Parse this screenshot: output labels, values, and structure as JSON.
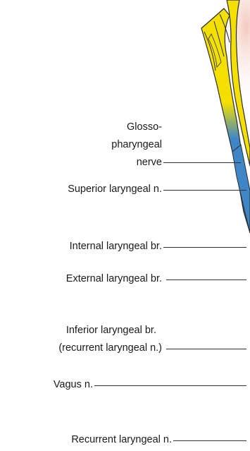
{
  "labels": {
    "glossopharyngeal_1": "Glosso-",
    "glossopharyngeal_2": "pharyngeal",
    "glossopharyngeal_3": "nerve",
    "superior_laryngeal": "Superior laryngeal n.",
    "internal_laryngeal": "Internal laryngeal br.",
    "external_laryngeal": "External laryngeal br.",
    "inferior_laryngeal_1": "Inferior laryngeal br.",
    "inferior_laryngeal_2": "(recurrent laryngeal n.)",
    "vagus": "Vagus n.",
    "recurrent_laryngeal": "Recurrent laryngeal n."
  },
  "colors": {
    "glossopharyngeal_nerve": "#f4e000",
    "vagus_nerve": "#3f86c6",
    "outline": "#2b2b2b",
    "tissue_tint": "#f6d7cf"
  }
}
